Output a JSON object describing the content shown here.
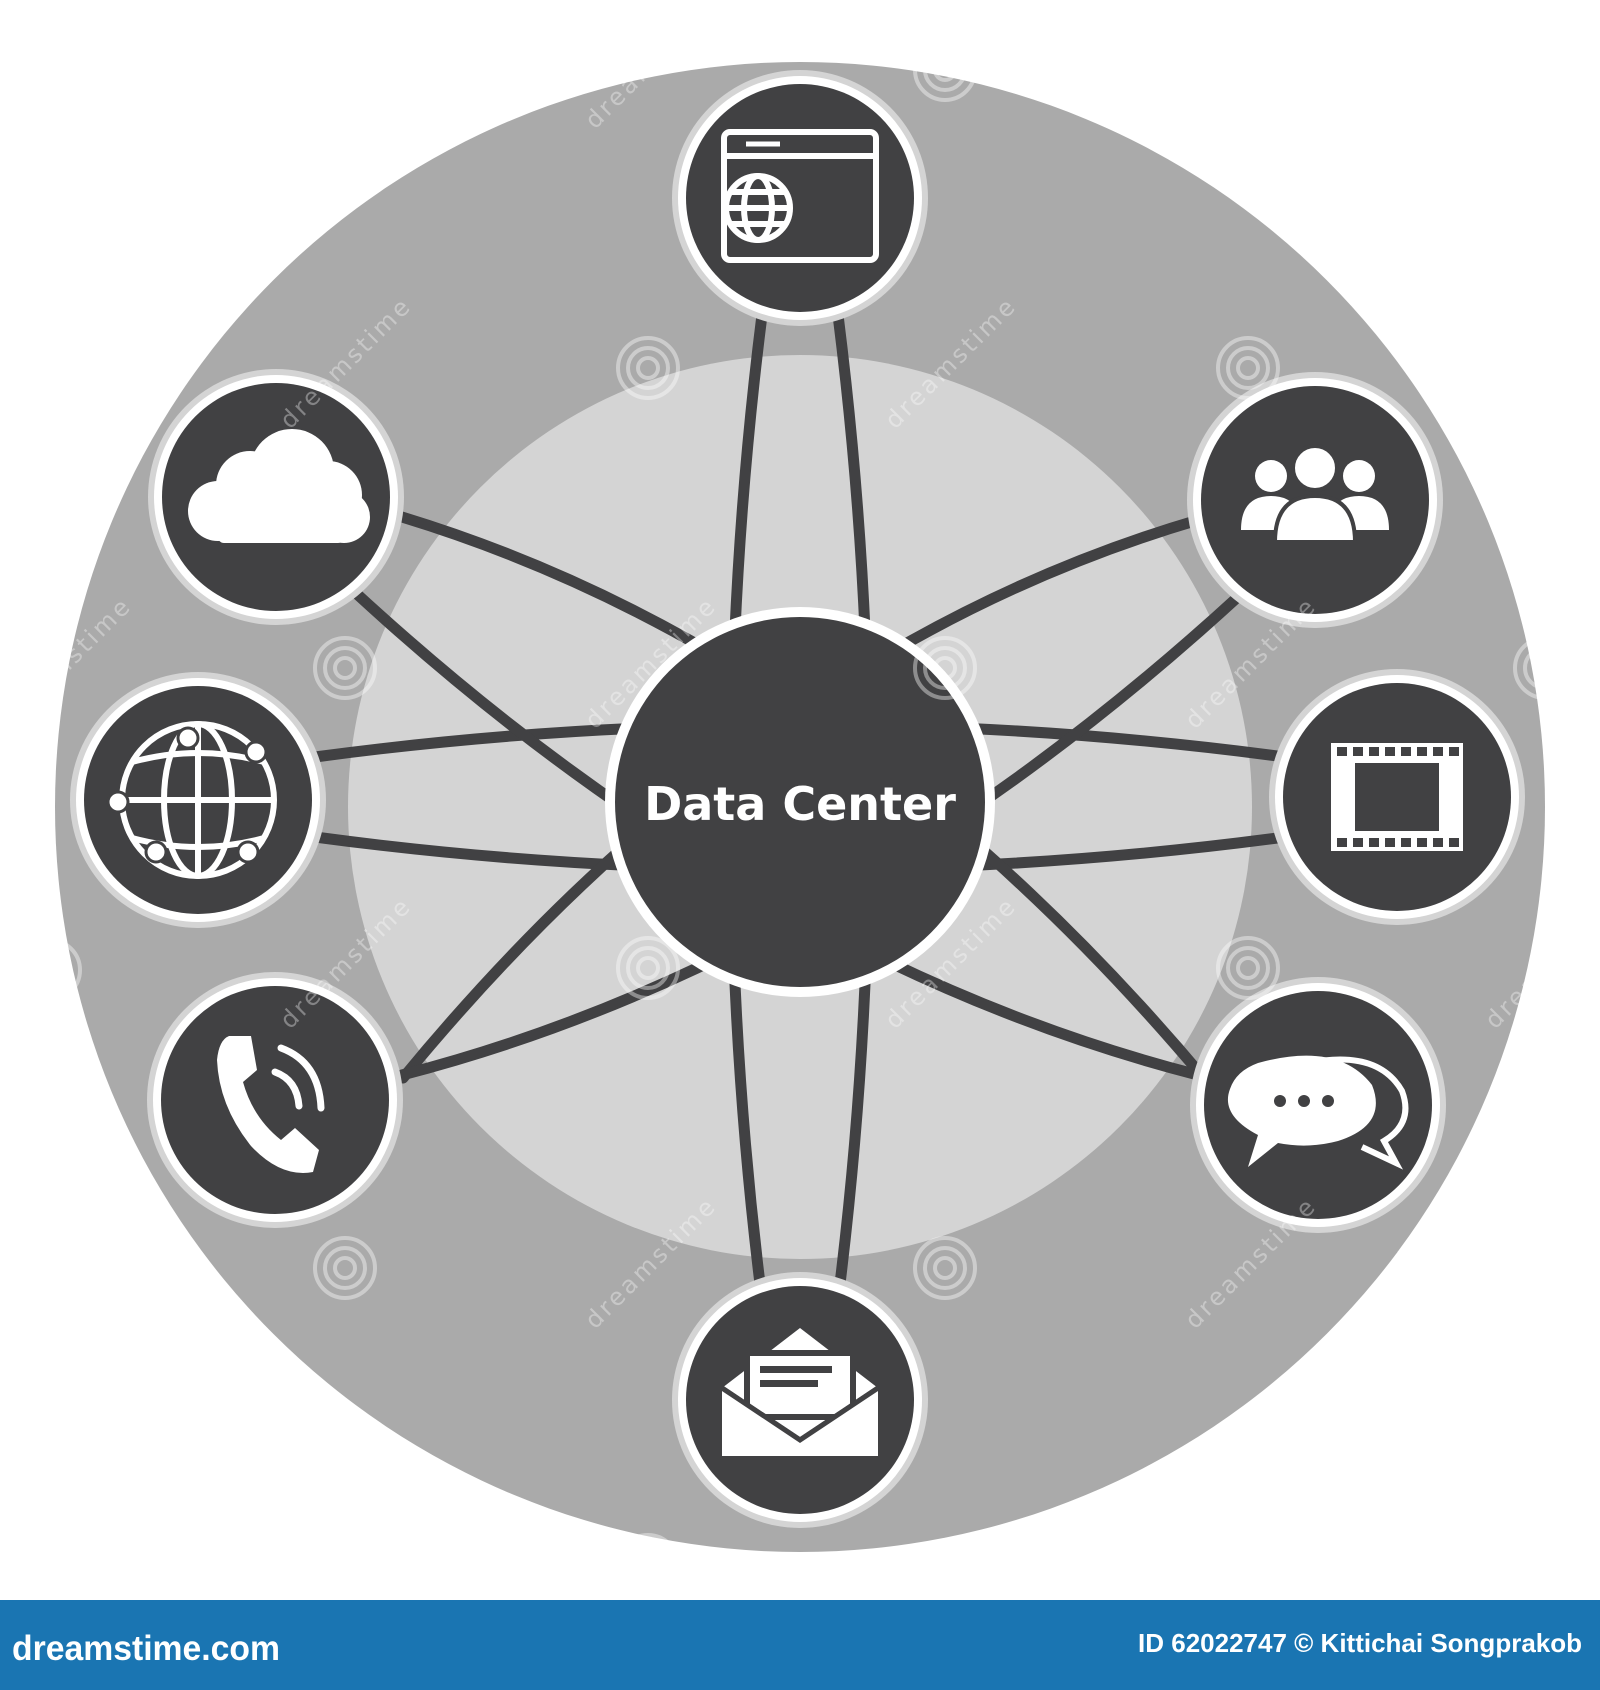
{
  "diagram": {
    "center_label": "Data Center",
    "nodes": [
      {
        "name": "web-browser",
        "icon": "web-browser-icon"
      },
      {
        "name": "users",
        "icon": "users-group-icon"
      },
      {
        "name": "video",
        "icon": "film-strip-icon"
      },
      {
        "name": "chat",
        "icon": "chat-bubbles-icon"
      },
      {
        "name": "email",
        "icon": "envelope-icon"
      },
      {
        "name": "phone",
        "icon": "phone-icon"
      },
      {
        "name": "internet",
        "icon": "globe-network-icon"
      },
      {
        "name": "cloud",
        "icon": "cloud-icon"
      }
    ],
    "colors": {
      "outer_ring": "#aaaaaa",
      "inner_disc": "#d4d4d4",
      "node_fill": "#414143",
      "node_border": "#ffffff",
      "connector": "#414143",
      "icon": "#ffffff"
    }
  },
  "watermark": {
    "text": "dreamstime"
  },
  "footer": {
    "brand": "dreamstime.com",
    "credit": "ID 62022747 © Kittichai Songprakob",
    "background": "#1a75b2"
  }
}
